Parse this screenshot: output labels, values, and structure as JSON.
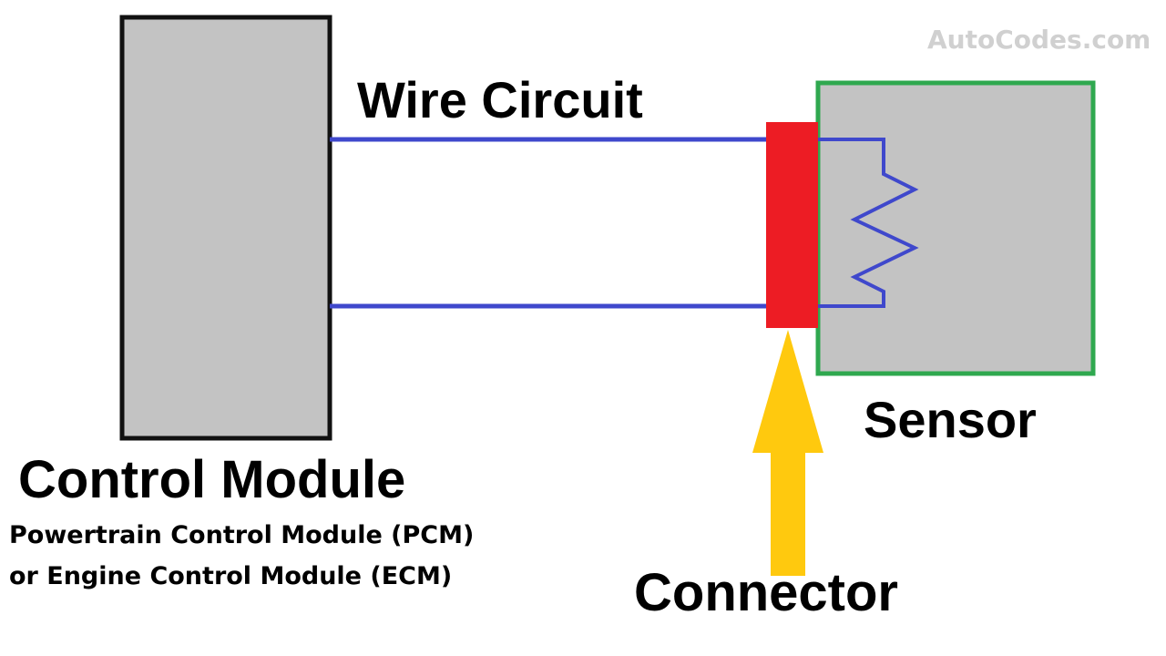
{
  "watermark": "AutoCodes.com",
  "labels": {
    "wire_circuit": "Wire Circuit",
    "sensor": "Sensor",
    "control_module": "Control Module",
    "control_module_detail_1": "Powertrain Control Module (PCM)",
    "control_module_detail_2": "or Engine Control Module (ECM)",
    "connector": "Connector"
  },
  "colors": {
    "module_fill": "#c3c3c3",
    "module_border": "#111111",
    "sensor_border": "#2fa84f",
    "connector": "#ed1c24",
    "wire": "#3f48cc",
    "arrow": "#ffc90e"
  },
  "icons": {
    "resistor": "resistor-zigzag-icon",
    "arrow": "up-arrow-icon"
  }
}
